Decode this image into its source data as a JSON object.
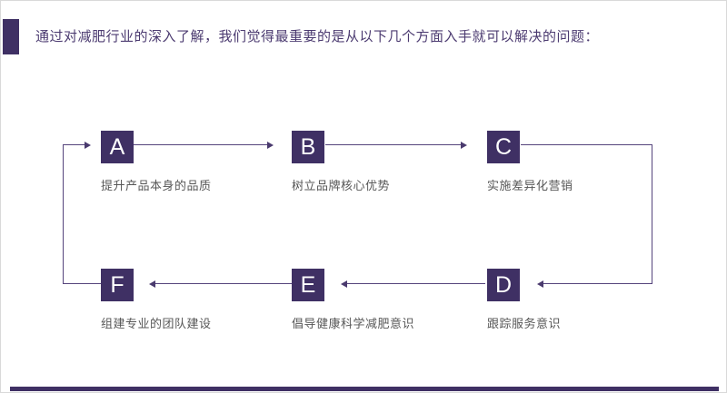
{
  "header": {
    "title": "通过对减肥行业的深入了解，我们觉得最重要的是从以下几个方面入手就可以解决的问题："
  },
  "diagram": {
    "type": "cyclic-flow",
    "flow_order": [
      "A",
      "B",
      "C",
      "D",
      "E",
      "F"
    ],
    "loops_back_to": "A",
    "steps": [
      {
        "letter": "A",
        "label": "提升产品本身的品质"
      },
      {
        "letter": "B",
        "label": "树立品牌核心优势"
      },
      {
        "letter": "C",
        "label": "实施差异化营销"
      },
      {
        "letter": "D",
        "label": "跟踪服务意识"
      },
      {
        "letter": "E",
        "label": "倡导健康科学减肥意识"
      },
      {
        "letter": "F",
        "label": "组建专业的团队建设"
      }
    ]
  },
  "colors": {
    "accent_purple": "#3f3064",
    "connector_line": "#55447c",
    "title_text": "#4b3a70",
    "label_text": "#575757",
    "page_border": "#d9d9d9"
  }
}
